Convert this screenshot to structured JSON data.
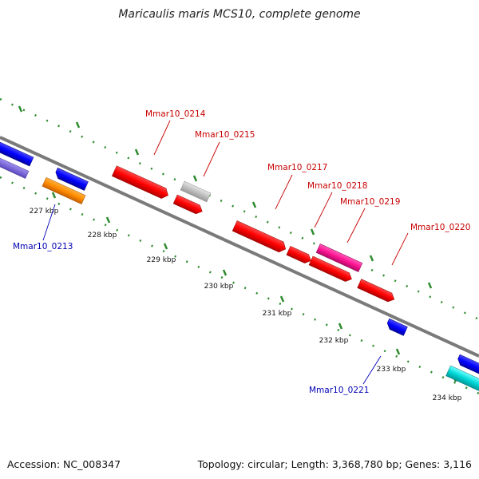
{
  "title": "Maricaulis maris MCS10, complete genome",
  "footer": {
    "accession": "Accession: NC_008347",
    "summary": "Topology: circular; Length: 3,368,780 bp; Genes: 3,116"
  },
  "colors": {
    "backbone": "#7a7a7a",
    "tick": "#2e8b2e",
    "forward_label": "#c80000",
    "reverse_label": "#0000b4"
  },
  "scale_labels": [
    "227 kbp",
    "228 kbp",
    "229 kbp",
    "230 kbp",
    "231 kbp",
    "232 kbp",
    "233 kbp",
    "234 kbp"
  ],
  "gene_labels": [
    {
      "text": "Mmar10_0213",
      "strand": "reverse"
    },
    {
      "text": "Mmar10_0214",
      "strand": "forward"
    },
    {
      "text": "Mmar10_0215",
      "strand": "forward"
    },
    {
      "text": "Mmar10_0217",
      "strand": "forward"
    },
    {
      "text": "Mmar10_0218",
      "strand": "forward"
    },
    {
      "text": "Mmar10_0219",
      "strand": "forward"
    },
    {
      "text": "Mmar10_0220",
      "strand": "forward"
    },
    {
      "text": "Mmar10_0221",
      "strand": "reverse"
    }
  ]
}
